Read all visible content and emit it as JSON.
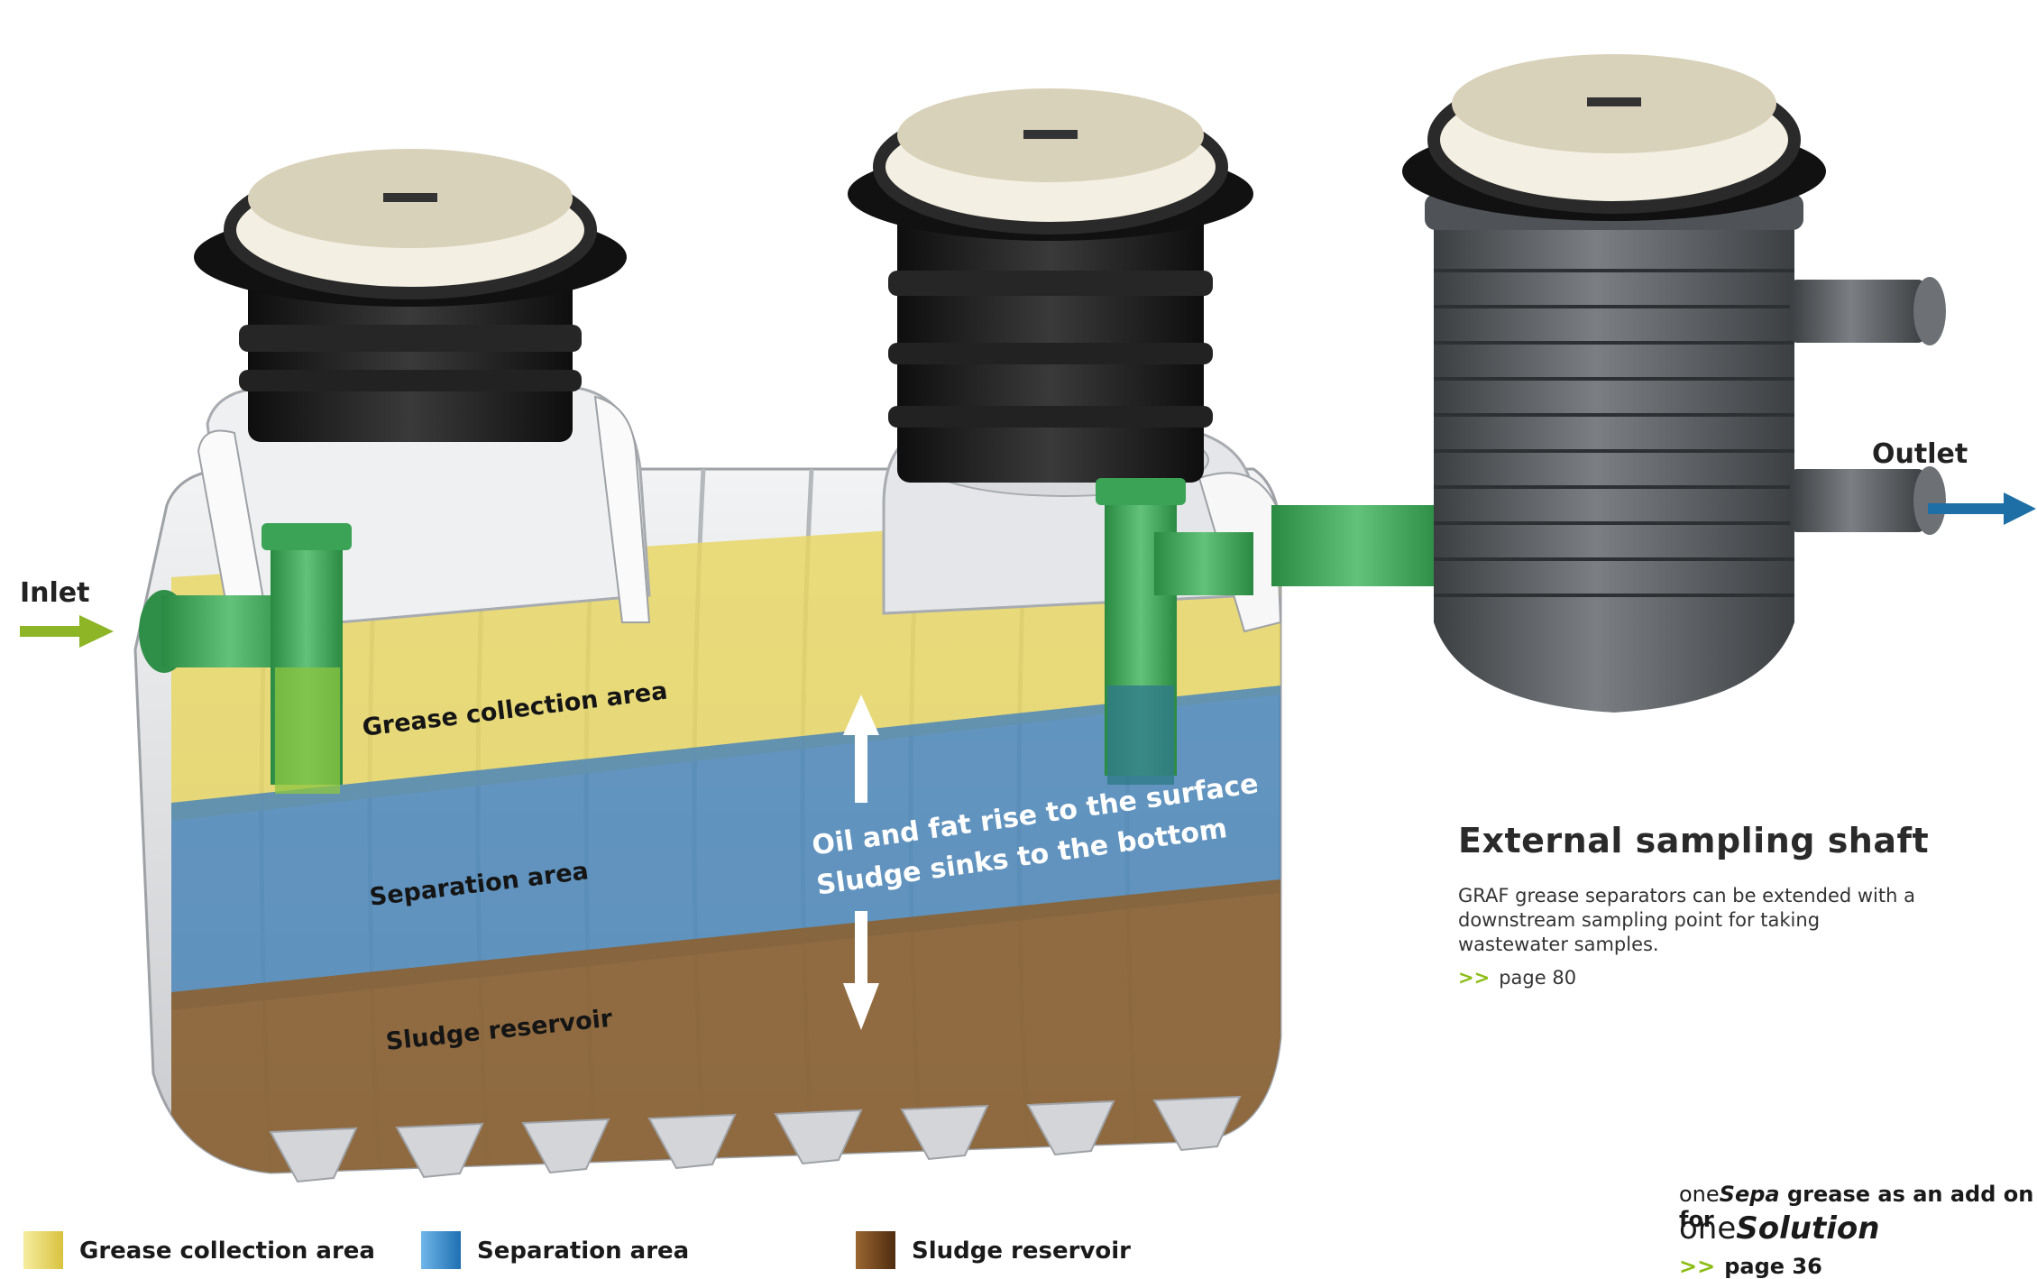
{
  "labels": {
    "inlet": "Inlet",
    "outlet": "Outlet",
    "grease_area": "Grease collection area",
    "separation_area": "Separation area",
    "sludge_reservoir": "Sludge reservoir",
    "arrow_line1": "Oil and fat rise to the surface",
    "arrow_line2": "Sludge sinks to the bottom"
  },
  "info": {
    "title": "External sampling shaft",
    "body": "GRAF grease separators can be extended with a downstream sampling point for taking wastewater samples.",
    "chevrons": ">>",
    "page_ref": "page 80"
  },
  "legend": [
    {
      "label": "Grease collection area",
      "color": "#e7d35a"
    },
    {
      "label": "Separation area",
      "color": "#3a8fd0"
    },
    {
      "label": "Sludge reservoir",
      "color": "#7a4a1e"
    }
  ],
  "promo": {
    "prefix": "one",
    "sepa": "Sepa",
    "rest": " grease as an add on for",
    "prefix2": "one",
    "solution": "Solution",
    "chevrons": ">>",
    "page_ref": "page 36"
  },
  "colors": {
    "inlet_arrow": "#8db526",
    "outlet_arrow": "#1d6fa5",
    "grease": "#e8d560",
    "separation": "#4b86b9",
    "sludge": "#8a6234",
    "tank": "#e6e7e9",
    "pipe": "#3fa55a",
    "riser": "#1c1c1c",
    "lid": "#e9e3cf",
    "shaft": "#5f6265"
  }
}
